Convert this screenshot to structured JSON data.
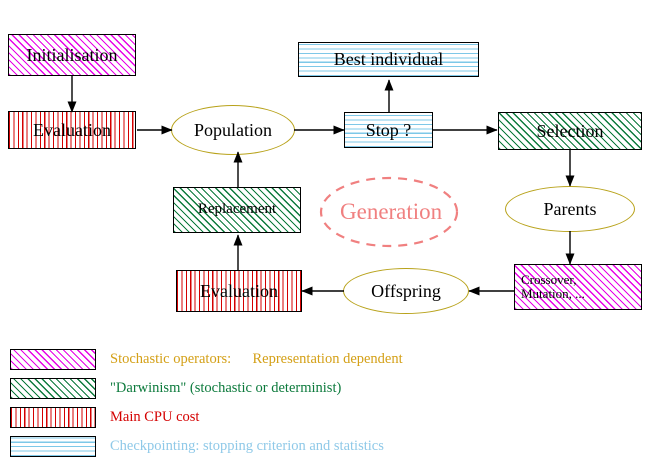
{
  "diagram": {
    "title": "Evolutionary algorithm cycle",
    "nodes": {
      "initialisation": "Initialisation",
      "evaluation_top": "Evaluation",
      "population": "Population",
      "best_individual": "Best individual",
      "stop": "Stop ?",
      "selection": "Selection",
      "parents": "Parents",
      "replacement": "Replacement",
      "generation": "Generation",
      "evaluation_bottom": "Evaluation",
      "offspring": "Offspring",
      "crossover_line1": "Crossover,",
      "crossover_line2": "Mutation, ..."
    }
  },
  "legend": {
    "items": [
      {
        "swatch": "hatch-magenta",
        "label_main": "Stochastic operators:",
        "label_extra": "Representation dependent",
        "color_main": "#d4a017",
        "color_extra": "#d4a017"
      },
      {
        "swatch": "hatch-green",
        "label_main": "\"Darwinism\" (stochastic or determinist)",
        "label_extra": "",
        "color_main": "#0c7a3c",
        "color_extra": ""
      },
      {
        "swatch": "hatch-red",
        "label_main": "Main CPU cost",
        "label_extra": "",
        "color_main": "#d40000",
        "color_extra": ""
      },
      {
        "swatch": "hatch-blue",
        "label_main": "Checkpointing: stopping criterion and statistics",
        "label_extra": "",
        "color_main": "#8fc9e8",
        "color_extra": ""
      }
    ]
  },
  "colors": {
    "magenta": "#e800e8",
    "green": "#0c7a3c",
    "red": "#d40000",
    "blue": "#7ec8e8",
    "yellow_outline": "#b8a21a",
    "generation_pink": "#f08080",
    "legend_gold": "#d4a017"
  }
}
